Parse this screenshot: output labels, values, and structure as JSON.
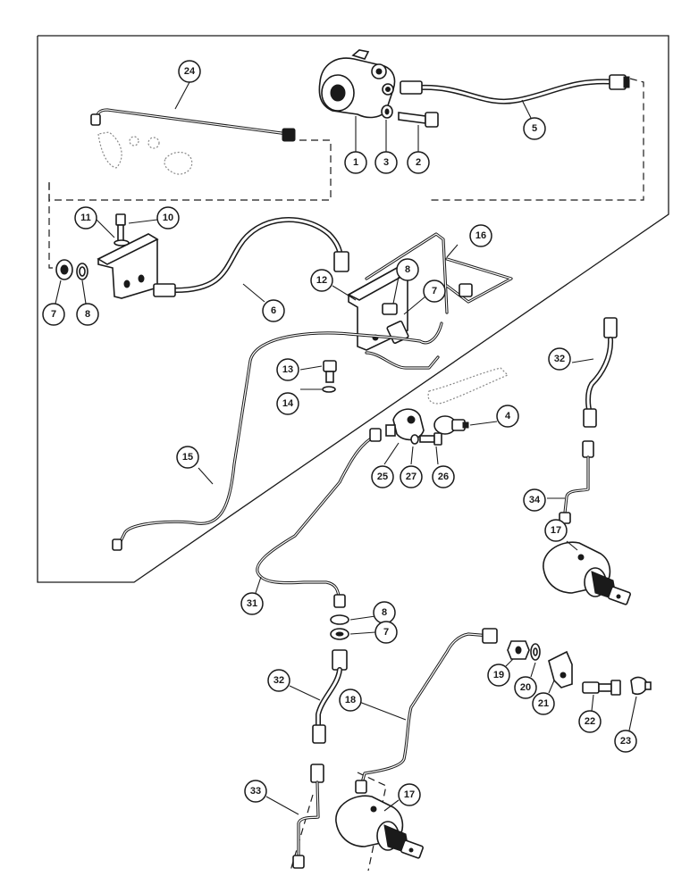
{
  "diagram": {
    "callouts": [
      {
        "id": "c-24",
        "label": "24"
      },
      {
        "id": "c-1",
        "label": "1"
      },
      {
        "id": "c-3",
        "label": "3"
      },
      {
        "id": "c-2",
        "label": "2"
      },
      {
        "id": "c-5",
        "label": "5"
      },
      {
        "id": "c-11",
        "label": "11"
      },
      {
        "id": "c-10",
        "label": "10"
      },
      {
        "id": "c-7a",
        "label": "7"
      },
      {
        "id": "c-8a",
        "label": "8"
      },
      {
        "id": "c-6",
        "label": "6"
      },
      {
        "id": "c-12",
        "label": "12"
      },
      {
        "id": "c-8b",
        "label": "8"
      },
      {
        "id": "c-7b",
        "label": "7"
      },
      {
        "id": "c-16",
        "label": "16"
      },
      {
        "id": "c-13",
        "label": "13"
      },
      {
        "id": "c-14",
        "label": "14"
      },
      {
        "id": "c-4",
        "label": "4"
      },
      {
        "id": "c-32a",
        "label": "32"
      },
      {
        "id": "c-15",
        "label": "15"
      },
      {
        "id": "c-25",
        "label": "25"
      },
      {
        "id": "c-27",
        "label": "27"
      },
      {
        "id": "c-26",
        "label": "26"
      },
      {
        "id": "c-34",
        "label": "34"
      },
      {
        "id": "c-17a",
        "label": "17"
      },
      {
        "id": "c-31",
        "label": "31"
      },
      {
        "id": "c-8c",
        "label": "8"
      },
      {
        "id": "c-7c",
        "label": "7"
      },
      {
        "id": "c-32b",
        "label": "32"
      },
      {
        "id": "c-18",
        "label": "18"
      },
      {
        "id": "c-19",
        "label": "19"
      },
      {
        "id": "c-20",
        "label": "20"
      },
      {
        "id": "c-21",
        "label": "21"
      },
      {
        "id": "c-22",
        "label": "22"
      },
      {
        "id": "c-23",
        "label": "23"
      },
      {
        "id": "c-33",
        "label": "33"
      },
      {
        "id": "c-17b",
        "label": "17"
      }
    ]
  }
}
